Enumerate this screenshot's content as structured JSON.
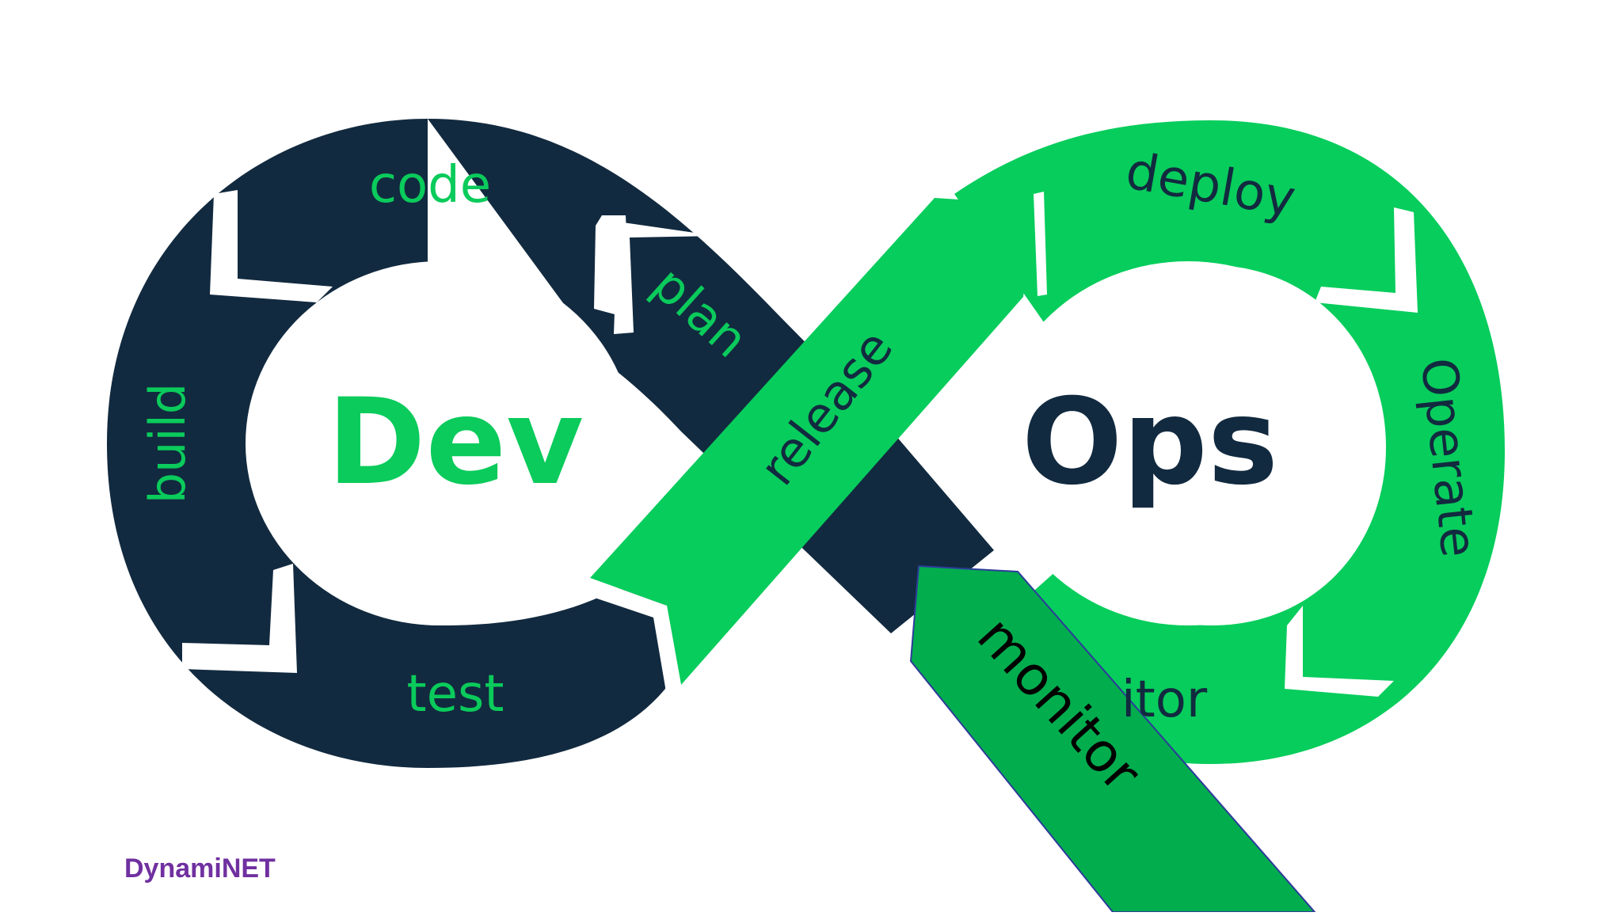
{
  "diagram": {
    "dev_label": "Dev",
    "ops_label": "Ops",
    "stages": {
      "code": "code",
      "plan": "plan",
      "build": "build",
      "test": "test",
      "release": "release",
      "deploy": "deploy",
      "operate": "Operate",
      "monitor_partial": "itor",
      "monitor_overlay": "monitor"
    }
  },
  "brand": {
    "name": "DynamiNET"
  },
  "colors": {
    "dev_loop": "#122a3f",
    "ops_loop": "#07cd5c",
    "monitor_overlay": "#02ad4e",
    "dev_text": "#0acb5b",
    "ops_text": "#122a3f",
    "brand_text": "#7030a0",
    "background": "#ffffff"
  }
}
